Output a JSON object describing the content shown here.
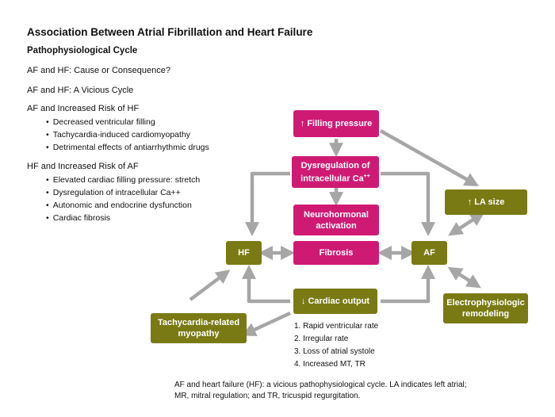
{
  "title": "Association Between Atrial Fibrillation and Heart Failure",
  "subtitle": "Pathophysiological Cycle",
  "lines": [
    "AF and HF: Cause or Consequence?",
    "AF and HF: A Vicious Cycle"
  ],
  "section_hf_risk": {
    "heading": "AF and Increased Risk of HF",
    "bullets": [
      "Decreased ventricular filling",
      "Tachycardia-induced cardiomyopathy",
      "Detrimental effects of antiarrhythmic drugs"
    ]
  },
  "section_af_risk": {
    "heading": "HF and Increased Risk of AF",
    "bullets": [
      "Elevated cardiac filling pressure: stretch",
      "Dysregulation of intracellular Ca++",
      "Autonomic and endocrine dysfunction",
      "Cardiac fibrosis"
    ]
  },
  "diagram": {
    "filling_pressure": "↑ Filling pressure",
    "dysregulation_line1": "Dysregulation of",
    "dysregulation_line2": "intracellular Ca",
    "dysregulation_sup": "++",
    "neurohormonal_line1": "Neurohormonal",
    "neurohormonal_line2": "activation",
    "fibrosis": "Fibrosis",
    "hf": "HF",
    "af": "AF",
    "la_size": "↑ LA size",
    "cardiac_output": "↓ Cardiac output",
    "electro_line1": "Electrophysiologic",
    "electro_line2": "remodeling",
    "tachy_line1": "Tachycardia-related",
    "tachy_line2": "myopathy",
    "consequences": [
      "1. Rapid ventricular rate",
      "2. Irregular rate",
      "3. Loss of atrial systole",
      "4. Increased MT, TR"
    ]
  },
  "caption_line1": "AF and heart failure (HF): a vicious pathophysiological cycle. LA indicates left atrial;",
  "caption_line2": "MR, mitral regulation; and TR, tricuspid regurgitation.",
  "colors": {
    "pink": "#cf1a74",
    "olive": "#7a7a14",
    "arrow": "#a6a6a6"
  }
}
